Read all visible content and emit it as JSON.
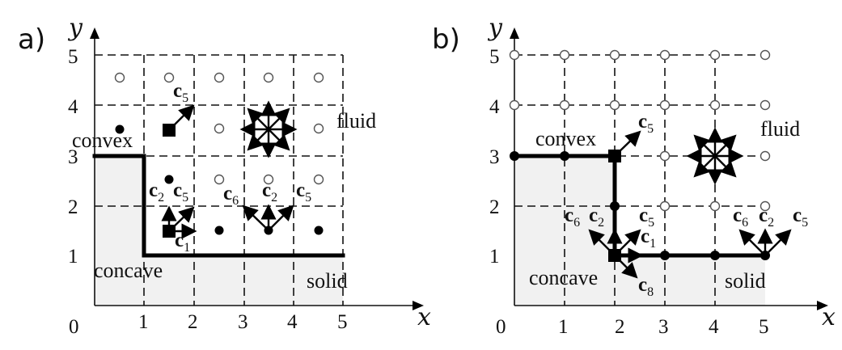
{
  "panel_a": {
    "label": "a)",
    "y_axis": "y",
    "x_axis": "x",
    "x_ticks": [
      "0",
      "1",
      "2",
      "3",
      "4",
      "5"
    ],
    "y_ticks": [
      "1",
      "2",
      "3",
      "4",
      "5"
    ],
    "words": {
      "convex": "convex",
      "fluid": "fluid",
      "concave": "concave",
      "solid": "solid"
    },
    "vectors": [
      {
        "name": "c",
        "sub": "5"
      },
      {
        "name": "c",
        "sub": "2"
      },
      {
        "name": "c",
        "sub": "5"
      },
      {
        "name": "c",
        "sub": "1"
      },
      {
        "name": "c",
        "sub": "6"
      },
      {
        "name": "c",
        "sub": "2"
      },
      {
        "name": "c",
        "sub": "5"
      }
    ]
  },
  "panel_b": {
    "label": "b)",
    "y_axis": "y",
    "x_axis": "x",
    "x_ticks": [
      "0",
      "1",
      "2",
      "3",
      "4",
      "5"
    ],
    "y_ticks": [
      "1",
      "2",
      "3",
      "4",
      "5"
    ],
    "words": {
      "convex": "convex",
      "fluid": "fluid",
      "concave": "concave",
      "solid": "solid"
    },
    "vectors": [
      {
        "name": "c",
        "sub": "5"
      },
      {
        "name": "c",
        "sub": "6"
      },
      {
        "name": "c",
        "sub": "2"
      },
      {
        "name": "c",
        "sub": "5"
      },
      {
        "name": "c",
        "sub": "1"
      },
      {
        "name": "c",
        "sub": "8"
      },
      {
        "name": "c",
        "sub": "6"
      },
      {
        "name": "c",
        "sub": "2"
      },
      {
        "name": "c",
        "sub": "5"
      }
    ]
  }
}
